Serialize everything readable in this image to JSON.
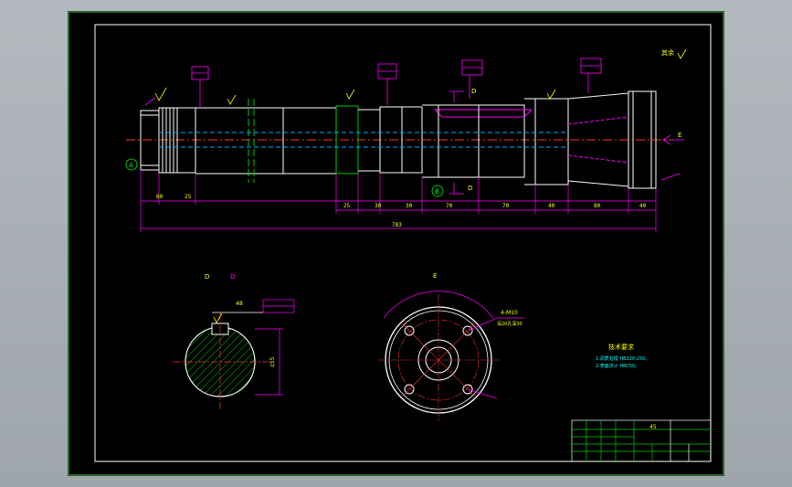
{
  "colors": {
    "background": "#000000",
    "frame": "#ffffff",
    "border": "#4aa84a",
    "outline": "#ffffff",
    "dimension": "#ff00ff",
    "centerline": "#ff3030",
    "hatch": "#00cc00",
    "hidden": "#00aaff",
    "text_yellow": "#ffff00",
    "text_green": "#00ff00",
    "text_cyan": "#00ffff"
  },
  "labels": {
    "section_marker_a": "A",
    "section_marker_b": "B",
    "section_ref_d_top": "D",
    "section_ref_d_bottom": "D",
    "section_ref_e": "E",
    "view_dd_left": "D",
    "view_dd_right": "D",
    "view_e": "E",
    "rough_note": "其余",
    "holes_note": "4-M10",
    "holes_depth": "深20孔深30",
    "key_dim": "48",
    "sec_dim": "¢55",
    "tech_title": "技术要求",
    "tech_line1": "1.调质处理 HB220-250。",
    "tech_line2": "2.表面淬火 HRC50。",
    "tb_num": "45"
  },
  "dimensions": {
    "d1": "60",
    "d2": "25",
    "d3": "25",
    "d4": "30",
    "d5": "30",
    "d6": "70",
    "d7": "70",
    "d8": "40",
    "d9": "80",
    "d10": "40",
    "overall": "783"
  },
  "icons": {
    "roughness": "roughness-symbol-icon",
    "datum": "datum-circle-icon",
    "tolerance": "tolerance-frame-icon"
  }
}
